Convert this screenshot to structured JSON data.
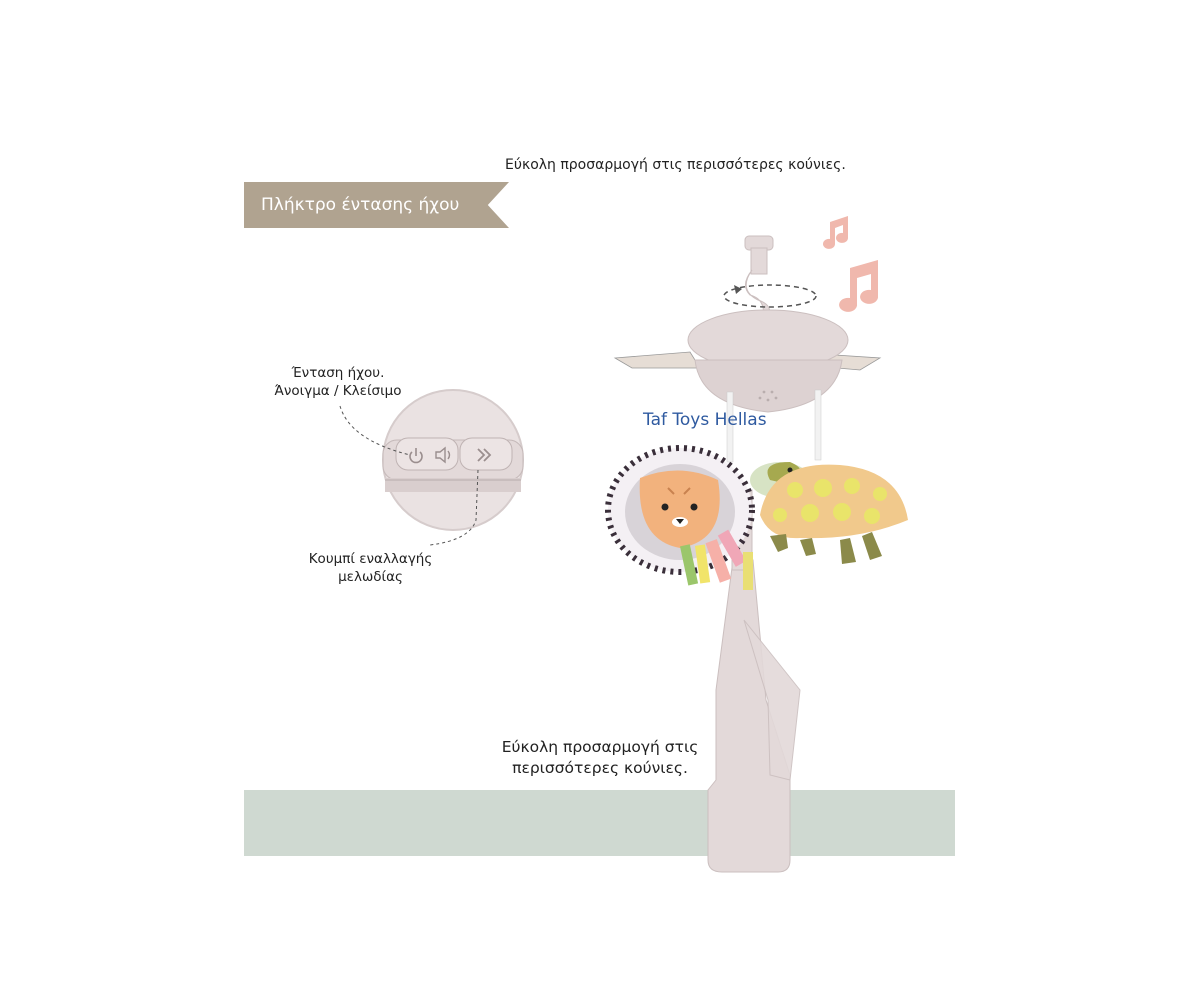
{
  "captions": {
    "top": "Εύκολη προσαρμογή στις περισσότερες κούνιες.",
    "banner": "Πλήκτρο έντασης ήχου",
    "volume_line1": "Ένταση ήχου.",
    "volume_line2": "Άνοιγμα / Κλείσιμο",
    "melody_line1": "Κουμπί εναλλαγής",
    "melody_line2": "μελωδίας",
    "bottom_line1": "Εύκολη προσαρμογή στις",
    "bottom_line2": "περισσότερες κούνιες.",
    "watermark": "Taf Toys Hellas"
  },
  "colors": {
    "banner": "#b0a390",
    "product": "#e3d9d9",
    "crib_rail": "#cfd9d1",
    "music_notes": "#f0b8ad",
    "watermark": "#2f5aa0"
  },
  "icons": {
    "buttons": [
      "power-icon",
      "speaker-icon",
      "fast-forward-icon"
    ],
    "notes": [
      "music-note-icon",
      "music-note-icon"
    ]
  }
}
